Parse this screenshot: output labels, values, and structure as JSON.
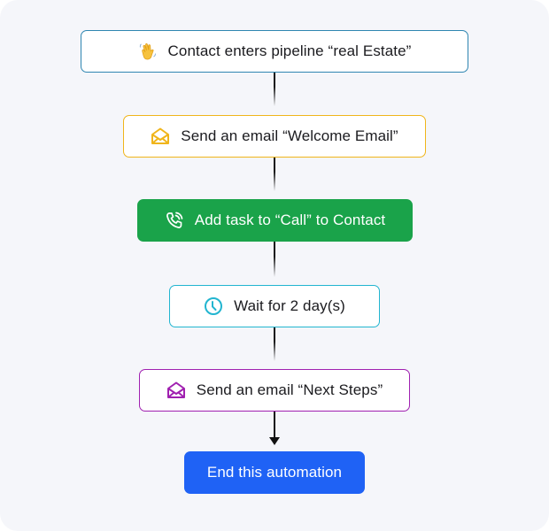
{
  "diagram": {
    "background": "#f5f6fa",
    "nodes": [
      {
        "id": "trigger",
        "icon": "waving-hand-icon",
        "label": "Contact enters pipeline “real Estate”",
        "border_color": "#2f86b1",
        "fill": "#ffffff"
      },
      {
        "id": "email-welcome",
        "icon": "open-envelope-icon",
        "label": "Send an email “Welcome Email”",
        "border_color": "#f0b51b",
        "fill": "#ffffff"
      },
      {
        "id": "task-call",
        "icon": "phone-call-icon",
        "label": "Add task to “Call” to Contact",
        "border_color": "#1aa34a",
        "fill": "#1aa34a"
      },
      {
        "id": "wait",
        "icon": "clock-icon",
        "label": "Wait for 2 day(s)",
        "border_color": "#22b5d0",
        "fill": "#ffffff"
      },
      {
        "id": "email-next",
        "icon": "open-envelope-icon",
        "label": "Send an email “Next Steps”",
        "border_color": "#a020b0",
        "fill": "#ffffff"
      },
      {
        "id": "end",
        "icon": "",
        "label": "End this automation",
        "border_color": "#1f62f5",
        "fill": "#1f62f5"
      }
    ],
    "edges": [
      {
        "from": "trigger",
        "to": "email-welcome"
      },
      {
        "from": "email-welcome",
        "to": "task-call"
      },
      {
        "from": "task-call",
        "to": "wait"
      },
      {
        "from": "wait",
        "to": "email-next"
      },
      {
        "from": "email-next",
        "to": "end",
        "arrow": true
      }
    ]
  }
}
